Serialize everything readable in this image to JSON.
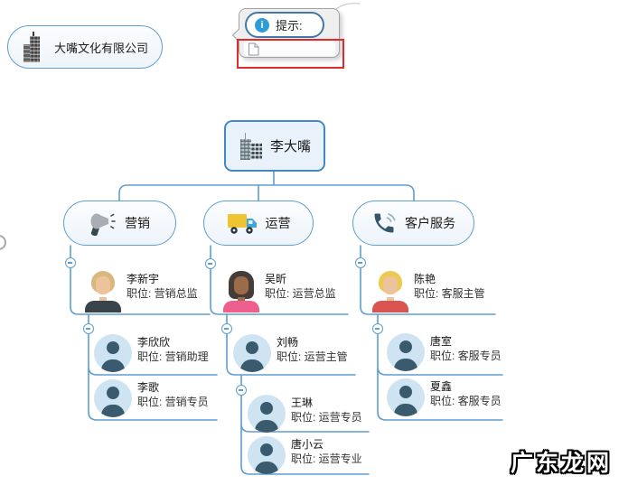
{
  "company_node": {
    "label": "大嘴文化有限公司"
  },
  "tooltip": {
    "title": "提示:"
  },
  "watermark": {
    "text": "广东龙网"
  },
  "colors": {
    "line": "#5f9ecf",
    "root_border": "#4288c5",
    "annotation_red": "#e12b2b",
    "info_blue": "#2f9cd8"
  },
  "org_chart": {
    "root": {
      "label": "李大嘴"
    },
    "branches": [
      {
        "label": "营销",
        "lead": {
          "name": "李新宇",
          "title": "职位: 营销总监"
        },
        "members": [
          {
            "name": "李欣欣",
            "title": "职位: 营销助理"
          },
          {
            "name": "李歌",
            "title": "职位: 营销专员"
          }
        ]
      },
      {
        "label": "运营",
        "lead": {
          "name": "吴昕",
          "title": "职位: 运营总监"
        },
        "members": [
          {
            "name": "刘畅",
            "title": "职位: 运营主管",
            "members": [
              {
                "name": "王琳",
                "title": "职位: 运营专员"
              },
              {
                "name": "唐小云",
                "title": "职位: 运营专业"
              }
            ]
          }
        ]
      },
      {
        "label": "客户服务",
        "lead": {
          "name": "陈艳",
          "title": "职位: 客服主管"
        },
        "members": [
          {
            "name": "唐室",
            "title": "职位: 客服专员"
          },
          {
            "name": "夏鑫",
            "title": "职位: 客服专员"
          }
        ]
      }
    ]
  }
}
